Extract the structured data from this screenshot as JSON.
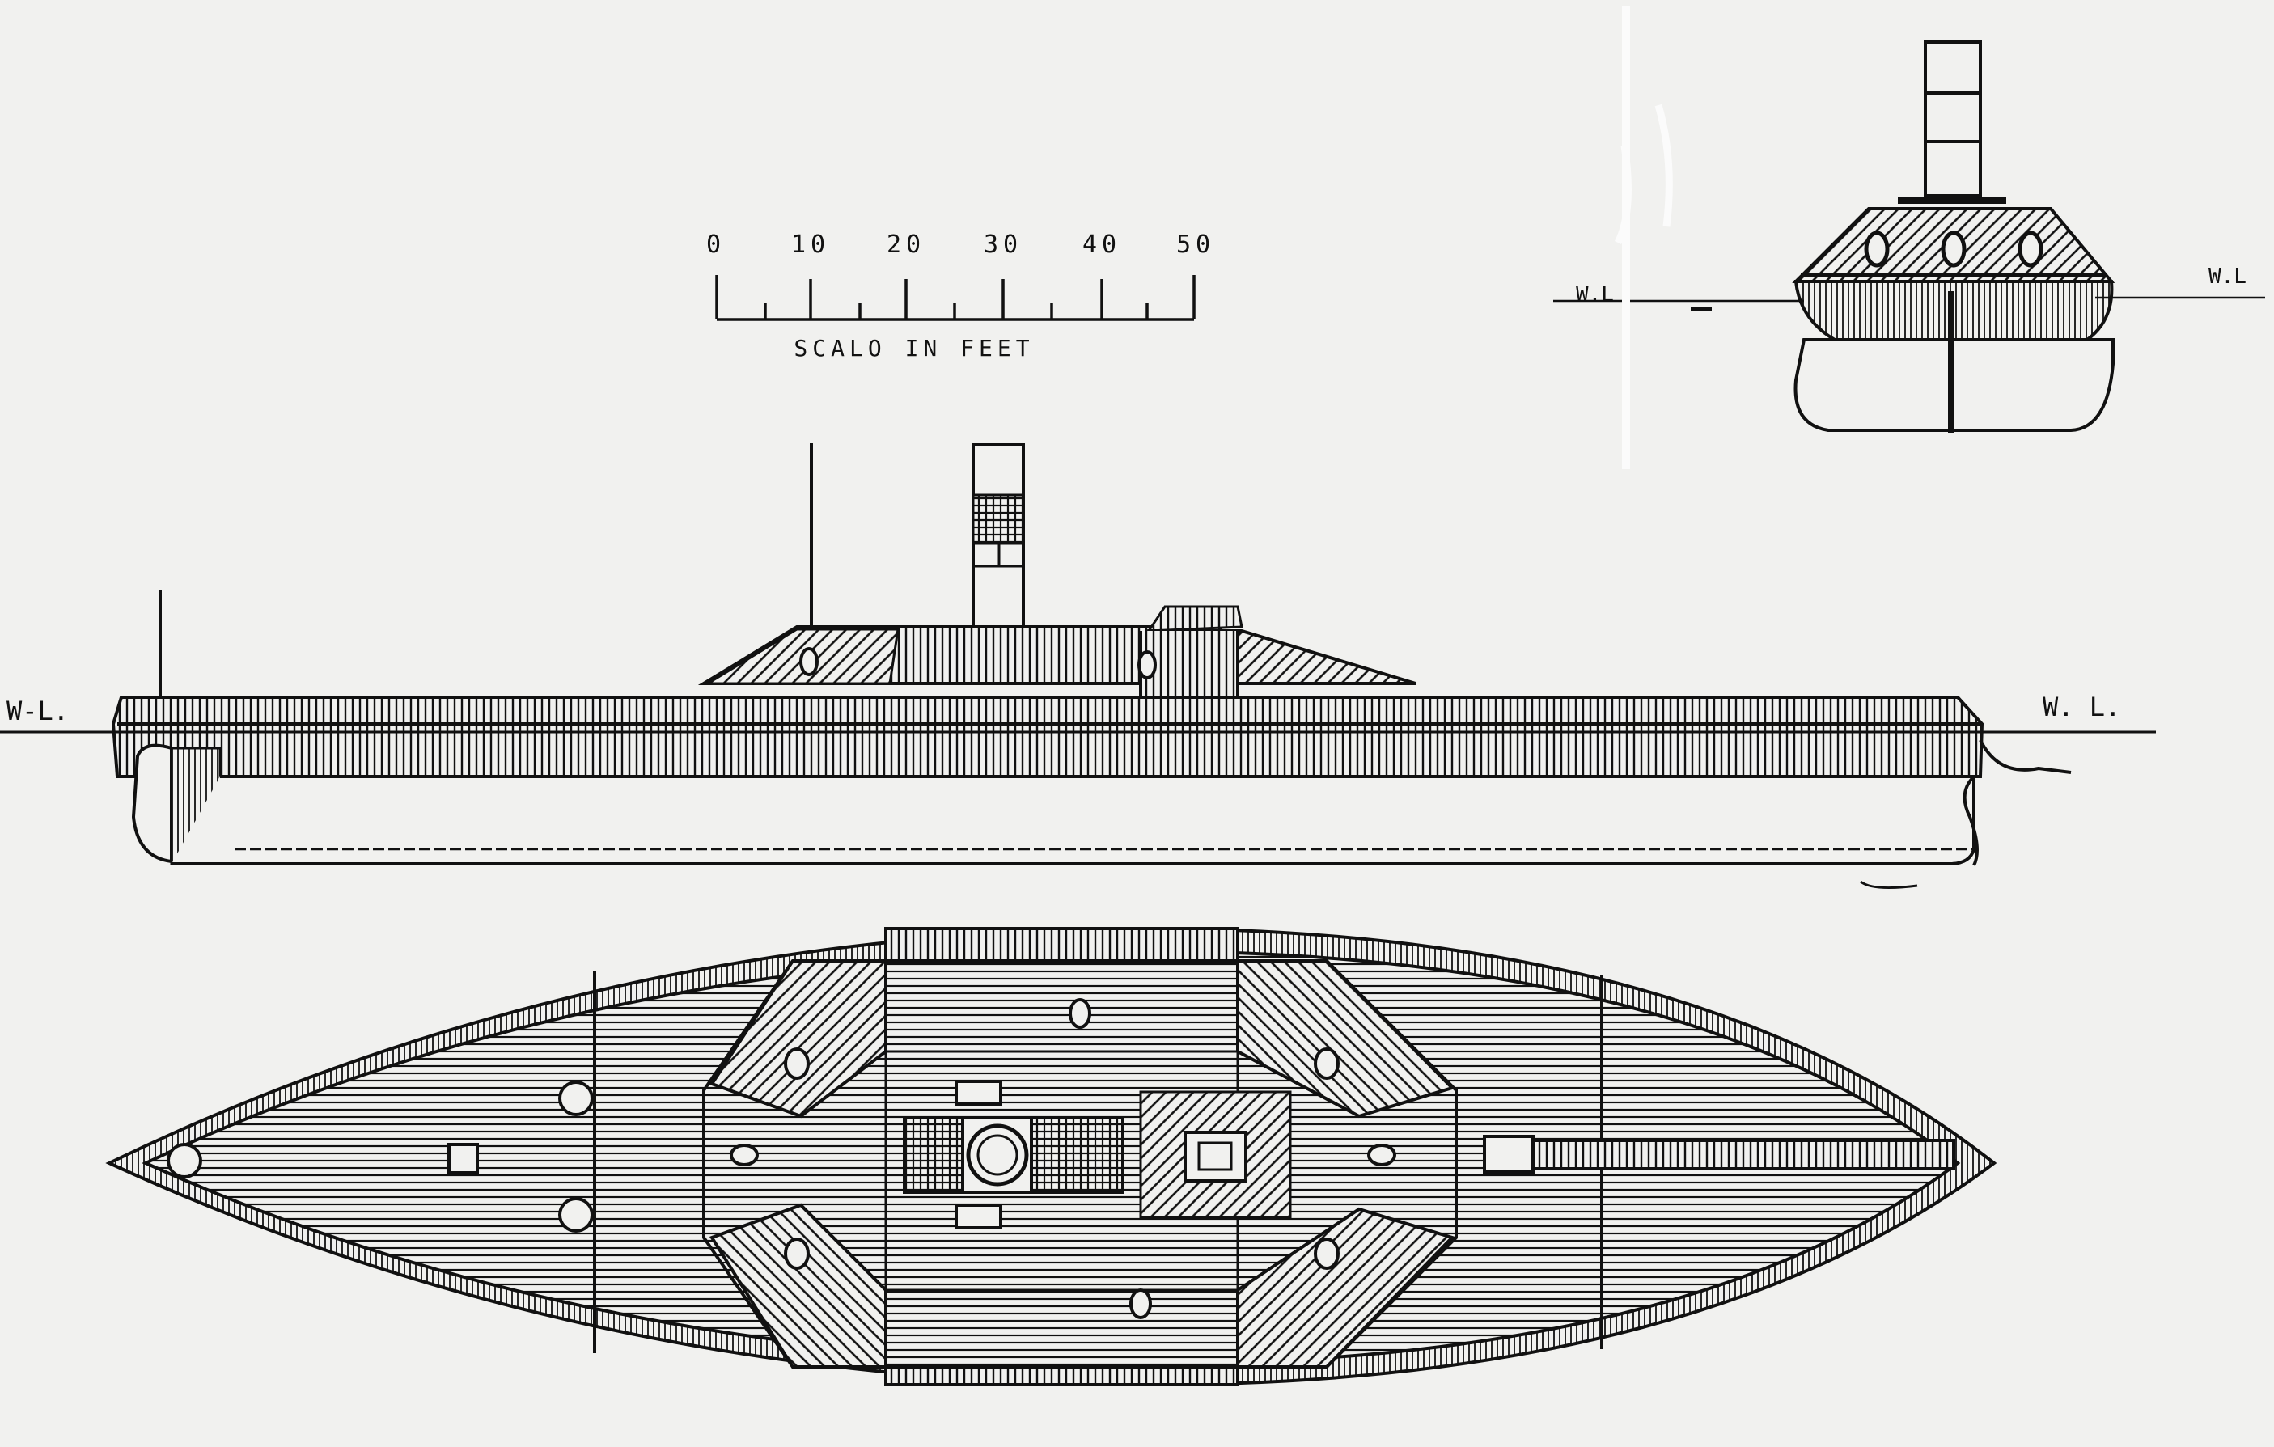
{
  "drawing": {
    "paper_color": "#f1f1ef",
    "ink_color": "#111111",
    "scale_bar": {
      "tick_labels": [
        "0",
        "10",
        "20",
        "30",
        "40",
        "50"
      ],
      "caption": "SCALO IN FEET"
    },
    "waterline_labels": {
      "profile_left": "W-L.",
      "profile_right": "W. L.",
      "section_left": "W.L",
      "section_right": "W.L"
    }
  }
}
